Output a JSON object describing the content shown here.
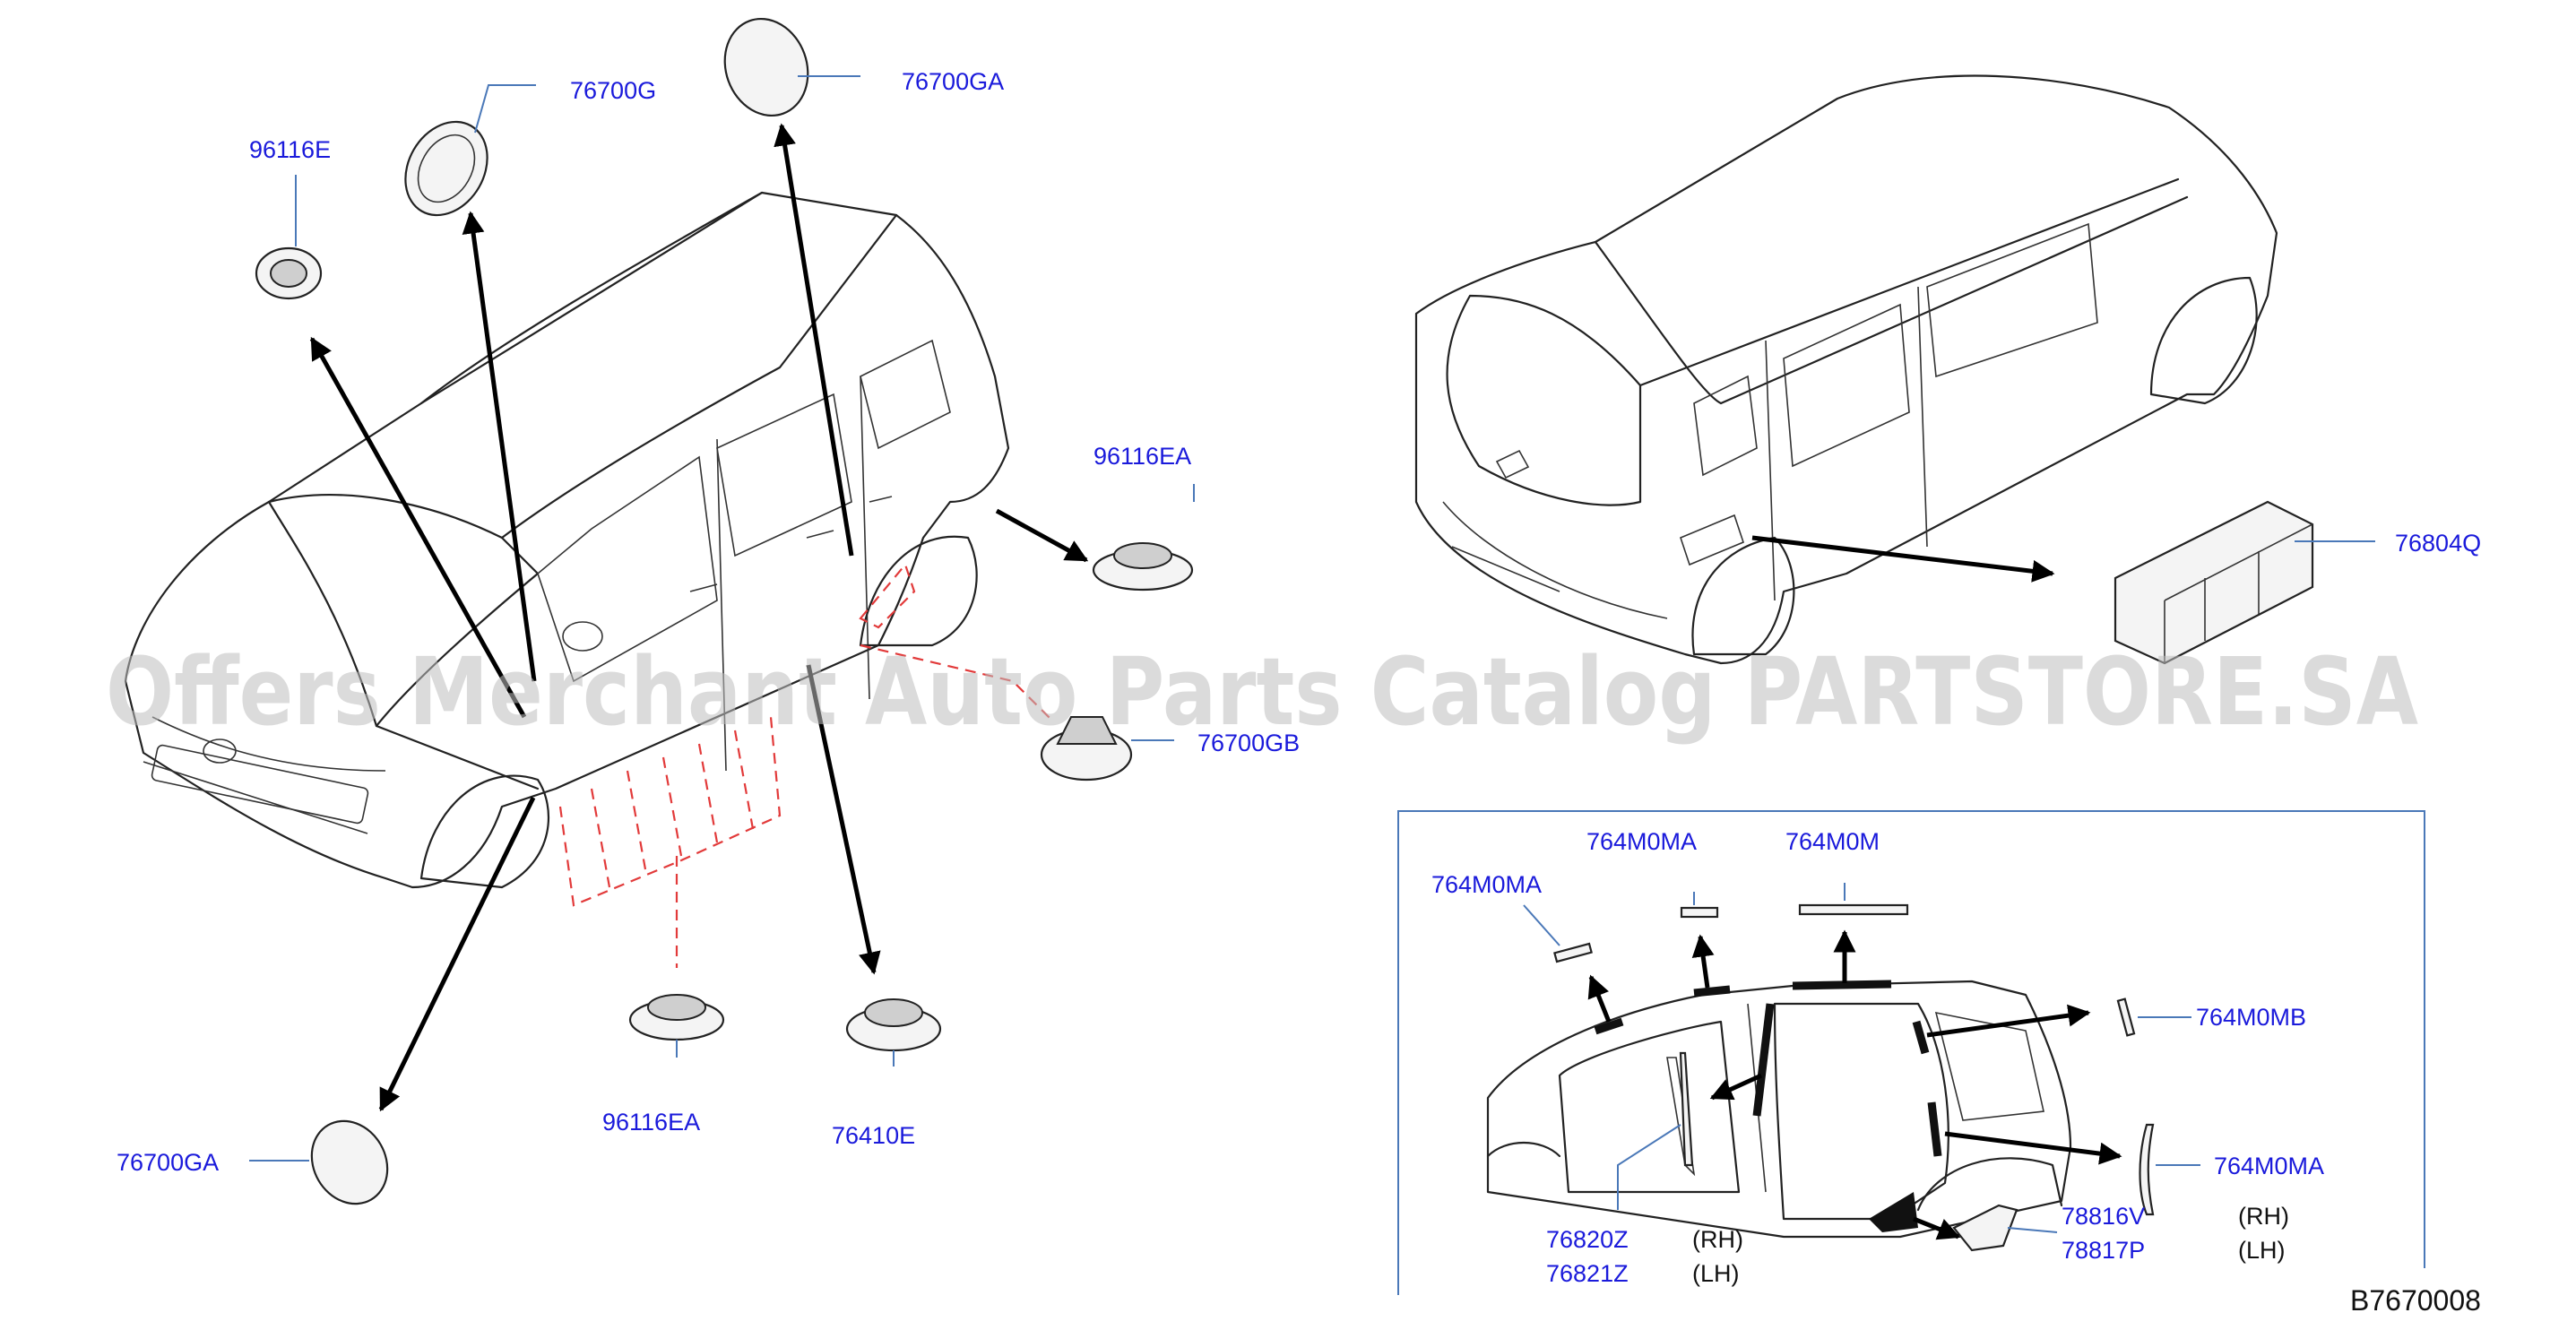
{
  "diagram_code": "B7670008",
  "watermark": "Offers Merchant Auto Parts Catalog PARTSTORE.SA",
  "colors": {
    "label": "#1a1adb",
    "leader": "#4a78b8",
    "hidden_line": "#e23a3a",
    "arrow": "#000000"
  },
  "parts": {
    "p96116E": "96116E",
    "p76700G": "76700G",
    "p76700GA_top": "76700GA",
    "p96116EA_right": "96116EA",
    "p76700GB": "76700GB",
    "p96116EA_bottom": "96116EA",
    "p76410E": "76410E",
    "p76700GA_bottom": "76700GA",
    "p76804Q": "76804Q",
    "p764M0MA_left": "764M0MA",
    "p764M0MA_mid": "764M0MA",
    "p764M0M": "764M0M",
    "p764M0MB": "764M0MB",
    "p764M0MA_right": "764M0MA",
    "p76820Z": "76820Z",
    "p76821Z": "76821Z",
    "p78816V": "78816V",
    "p78817P": "78817P"
  },
  "sides": {
    "rh1": "(RH)",
    "lh1": "(LH)",
    "rh2": "(RH)",
    "lh2": "(LH)"
  }
}
